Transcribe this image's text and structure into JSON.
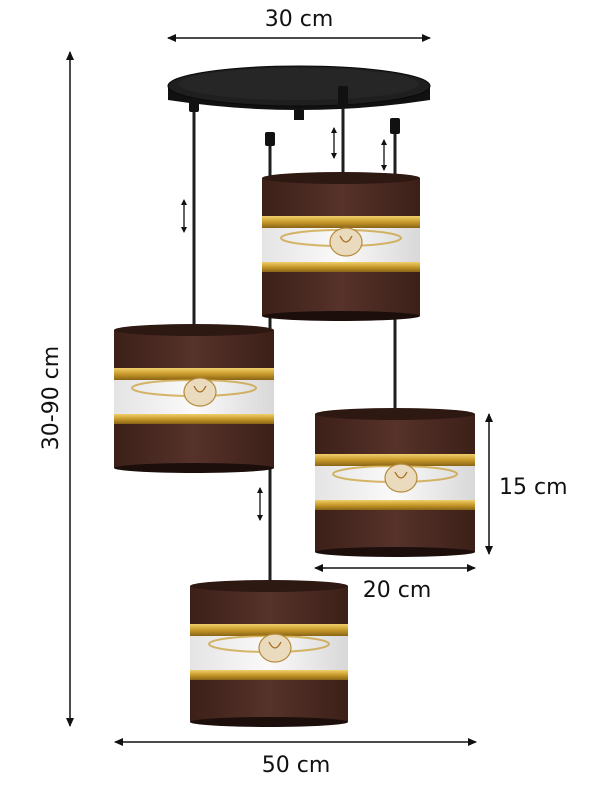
{
  "dimensions": {
    "canopy_width": "30 cm",
    "total_height": "30-90 cm",
    "shade_height": "15 cm",
    "shade_width": "20 cm",
    "total_width": "50 cm"
  },
  "colors": {
    "shade_brown": "#4a2a20",
    "shade_brown_dark": "#3a1f17",
    "gold_band": "#c89a2a",
    "gold_highlight": "#e8c45a",
    "canopy_black": "#1a1a1a",
    "cable": "#222222",
    "dimension_line": "#111111"
  },
  "icons": {
    "adjust_arrow": "double-headed-vertical-arrow",
    "bulb": "filament-bulb"
  }
}
